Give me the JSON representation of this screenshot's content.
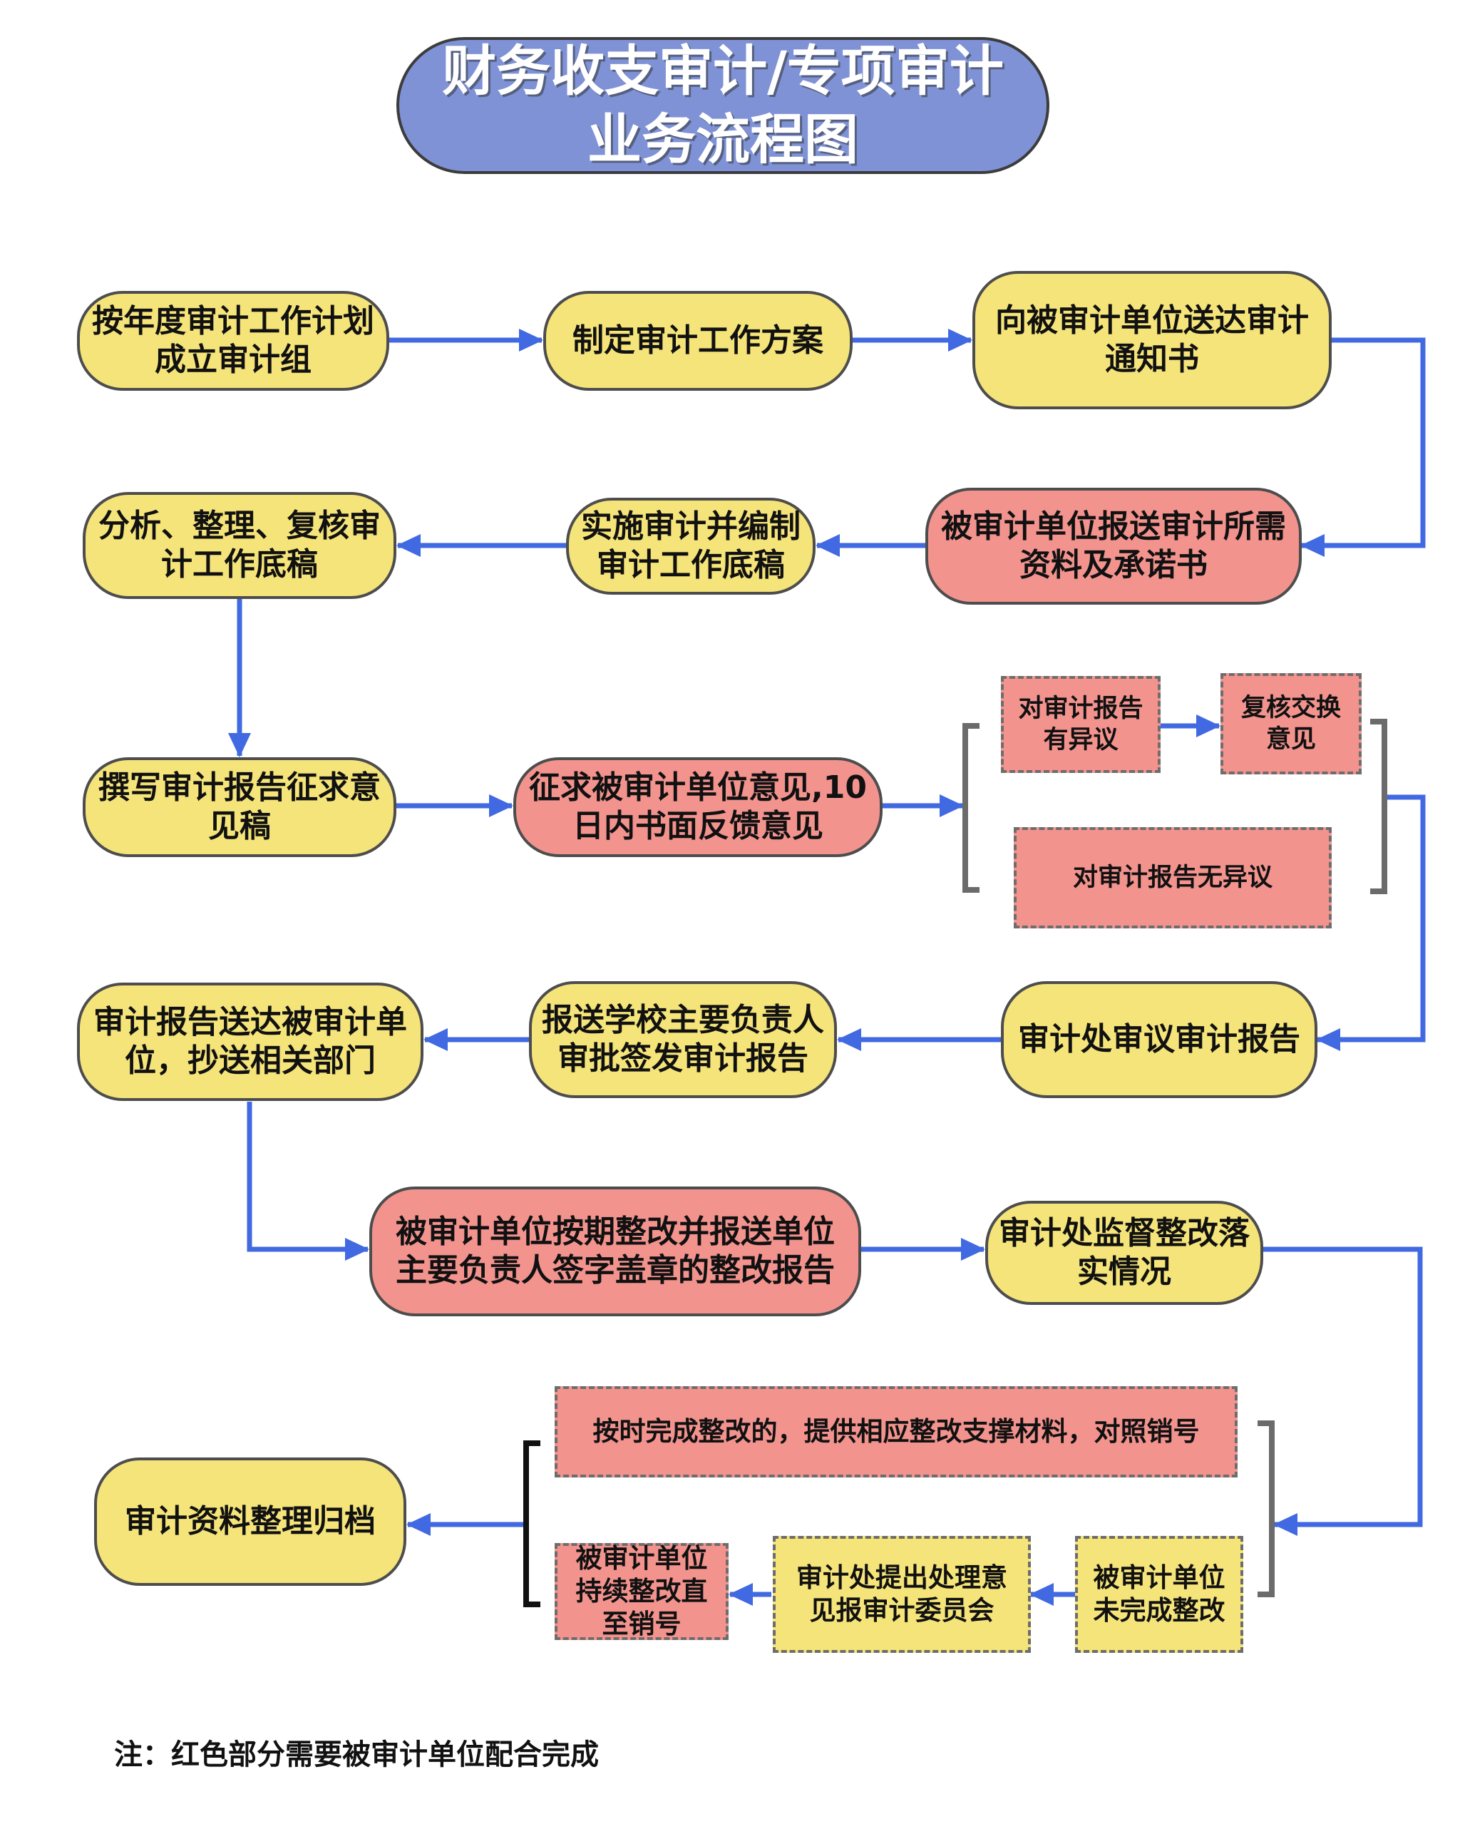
{
  "title": {
    "line1": "财务收支审计/专项审计",
    "line2": "业务流程图"
  },
  "nodes": {
    "form_group": "按年度审计工作计划成立审计组",
    "make_plan": "制定审计工作方案",
    "send_notice": "向被审计单位送达审计通知书",
    "submit_materials": "被审计单位报送审计所需资料及承诺书",
    "implement": "实施审计并编制审计工作底稿",
    "analyze": "分析、整理、复核审计工作底稿",
    "draft_report": "撰写审计报告征求意见稿",
    "seek_opinion": "征求被审计单位意见,10日内书面反馈意见",
    "objection": "对审计报告有异议",
    "recheck": "复核交换意见",
    "no_objection": "对审计报告无异议",
    "review": "审计处审议审计报告",
    "approve": "报送学校主要负责人审批签发审计报告",
    "deliver": "审计报告送达被审计单位，抄送相关部门",
    "rectify": "被审计单位按期整改并报送单位主要负责人签字盖章的整改报告",
    "supervise": "审计处监督整改落实情况",
    "on_time": "按时完成整改的，提供相应整改支撑材料，对照销号",
    "not_done": "被审计单位未完成整改",
    "propose": "审计处提出处理意见报审计委员会",
    "continue": "被审计单位持续整改直至销号",
    "archive": "审计资料整理归档"
  },
  "note": "注：红色部分需要被审计单位配合完成",
  "colors": {
    "yellow": "#f5e47a",
    "red": "#f2938e",
    "arrow": "#4169e1",
    "title_bg": "#7f92d6"
  }
}
